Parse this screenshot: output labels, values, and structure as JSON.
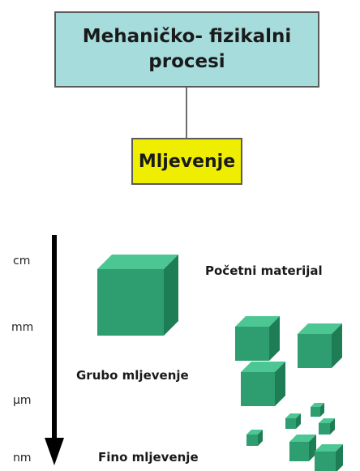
{
  "flow": {
    "top_box": {
      "line1": "Mehaničko- fizikalni",
      "line2": "procesi",
      "fill": "#a7dcdc"
    },
    "middle_box": {
      "label": "Mljevenje",
      "fill": "#f0ee00"
    }
  },
  "scale": {
    "units": [
      "cm",
      "mm",
      "µm",
      "nm"
    ]
  },
  "stages": {
    "start": "Početni materijal",
    "coarse": "Grubo mljevenje",
    "fine": "Fino mljevenje"
  },
  "colors": {
    "cube_front": "#2e9e70",
    "cube_top": "#4cc692",
    "cube_side": "#1f7d55"
  },
  "icons": {
    "scale_arrow": "down-arrow-icon",
    "cube": "cube-icon"
  }
}
